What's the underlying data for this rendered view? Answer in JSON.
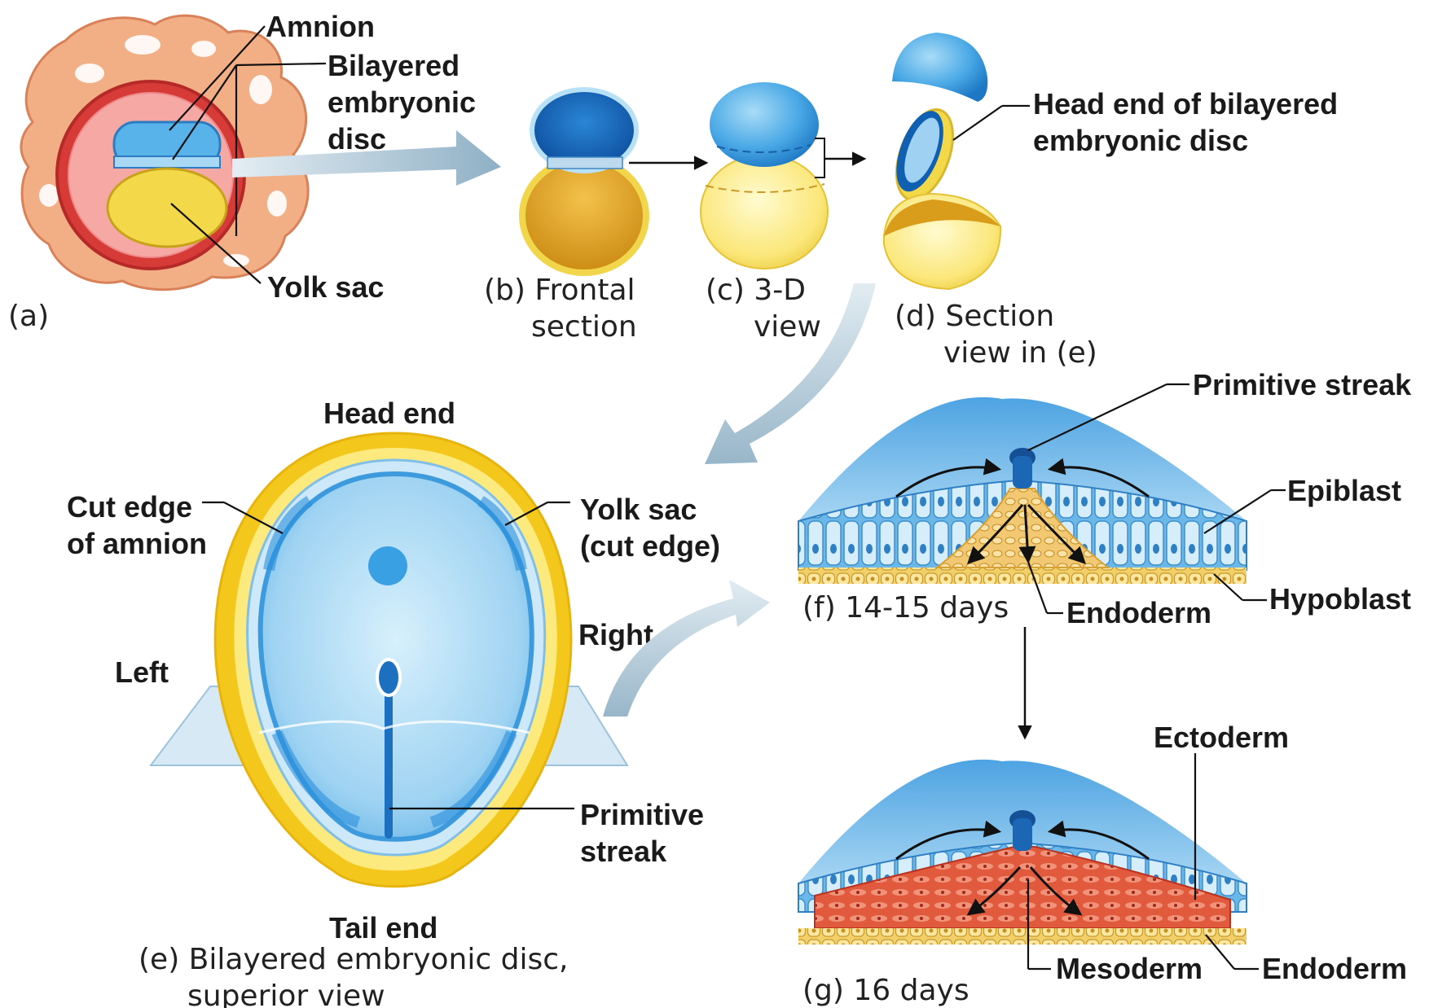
{
  "colors": {
    "amnion_blue": "#3b9ee0",
    "deep_blue": "#0f62b8",
    "yolk_yellow": "#f6dc4a",
    "yolk_gold": "#d99a1a",
    "trophoblast_orange": "#f2a77a",
    "mesoderm_red": "#d8442e",
    "arrow_gray": "#a7bfcf"
  },
  "panel_a": {
    "caption": "(a)",
    "amnion": "Amnion",
    "bilayered": "Bilayered",
    "embryonic": "embryonic",
    "disc": "disc",
    "yolk_sac": "Yolk sac"
  },
  "panel_b": {
    "caption_1": "(b) Frontal",
    "caption_2": "section"
  },
  "panel_c": {
    "caption_1": "(c) 3-D",
    "caption_2": "view"
  },
  "panel_d": {
    "caption_1": "(d) Section",
    "caption_2": "view in (e)",
    "head_end_1": "Head end of bilayered",
    "head_end_2": "embryonic disc"
  },
  "panel_e": {
    "head_end": "Head end",
    "tail_end": "Tail end",
    "cut_edge_1": "Cut edge",
    "cut_edge_2": "of amnion",
    "yolk_cut_1": "Yolk sac",
    "yolk_cut_2": "(cut edge)",
    "left": "Left",
    "right": "Right",
    "primitive_1": "Primitive",
    "primitive_2": "streak",
    "caption_1": "(e) Bilayered embryonic disc,",
    "caption_2": "superior view"
  },
  "panel_f": {
    "primitive_streak": "Primitive streak",
    "epiblast": "Epiblast",
    "hypoblast": "Hypoblast",
    "endoderm": "Endoderm",
    "caption": "(f) 14-15 days"
  },
  "panel_g": {
    "ectoderm": "Ectoderm",
    "mesoderm": "Mesoderm",
    "endoderm": "Endoderm",
    "caption": "(g) 16 days"
  }
}
